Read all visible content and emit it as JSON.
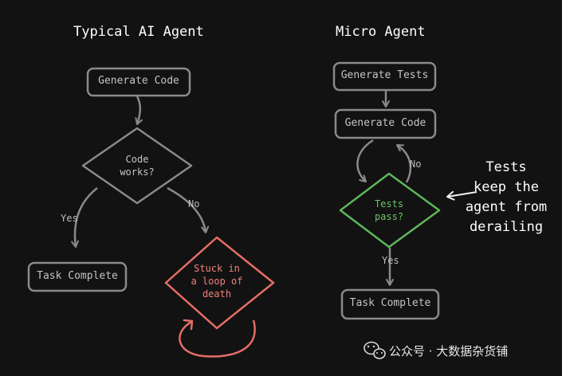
{
  "left": {
    "title": "Typical AI Agent",
    "generate_code": "Generate Code",
    "decision": [
      "Code",
      "works?"
    ],
    "yes_label": "Yes",
    "no_label": "No",
    "task_complete": "Task Complete",
    "stuck": [
      "Stuck in",
      "a loop of",
      "death"
    ]
  },
  "right": {
    "title": "Micro Agent",
    "generate_tests": "Generate Tests",
    "generate_code": "Generate Code",
    "decision": [
      "Tests",
      "pass?"
    ],
    "no_label": "No",
    "yes_label": "Yes",
    "task_complete": "Task Complete"
  },
  "annotation": [
    "Tests",
    "keep the",
    "agent from",
    "derailing"
  ],
  "watermark": "公众号 · 大数据杂货铺",
  "colors": {
    "background": "#121212",
    "stroke": "#8a8a8a",
    "success": "#5fb65a",
    "danger": "#e46d66"
  }
}
